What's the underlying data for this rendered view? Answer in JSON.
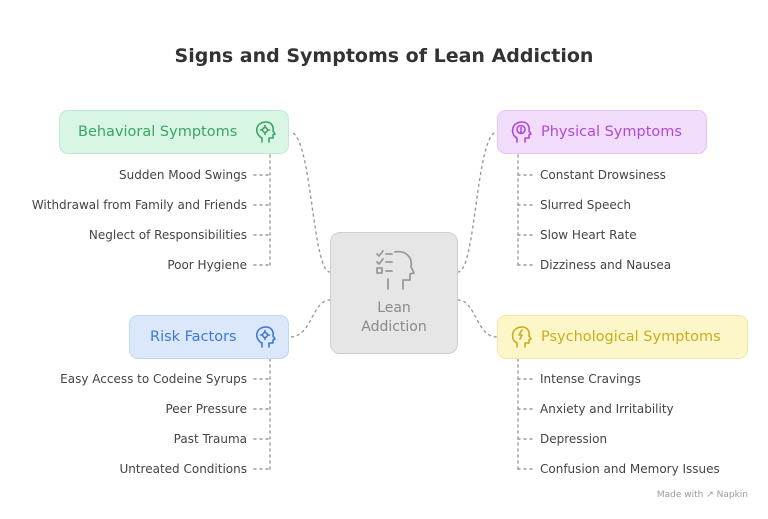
{
  "title": "Signs and Symptoms of Lean Addiction",
  "center": {
    "line1": "Lean",
    "line2": "Addiction",
    "icon": "head-checklist-icon"
  },
  "categories": {
    "behavioral": {
      "label": "Behavioral Symptoms",
      "icon": "brain-gear-icon",
      "color": "#3aa565",
      "items": [
        "Sudden Mood Swings",
        "Withdrawal from Family and Friends",
        "Neglect of Responsibilities",
        "Poor Hygiene"
      ]
    },
    "risk": {
      "label": "Risk Factors",
      "icon": "brain-gear-icon",
      "color": "#3d79d6",
      "items": [
        "Easy Access to Codeine Syrups",
        "Peer Pressure",
        "Past Trauma",
        "Untreated Conditions"
      ]
    },
    "physical": {
      "label": "Physical Symptoms",
      "icon": "head-alert-icon",
      "color": "#b04ad4",
      "items": [
        "Constant Drowsiness",
        "Slurred Speech",
        "Slow Heart Rate",
        "Dizziness and Nausea"
      ]
    },
    "psychological": {
      "label": "Psychological Symptoms",
      "icon": "head-bolt-icon",
      "color": "#c9ad1d",
      "items": [
        "Intense Cravings",
        "Anxiety and Irritability",
        "Depression",
        "Confusion and Memory Issues"
      ]
    }
  },
  "footer": "Made with ↗ Napkin"
}
